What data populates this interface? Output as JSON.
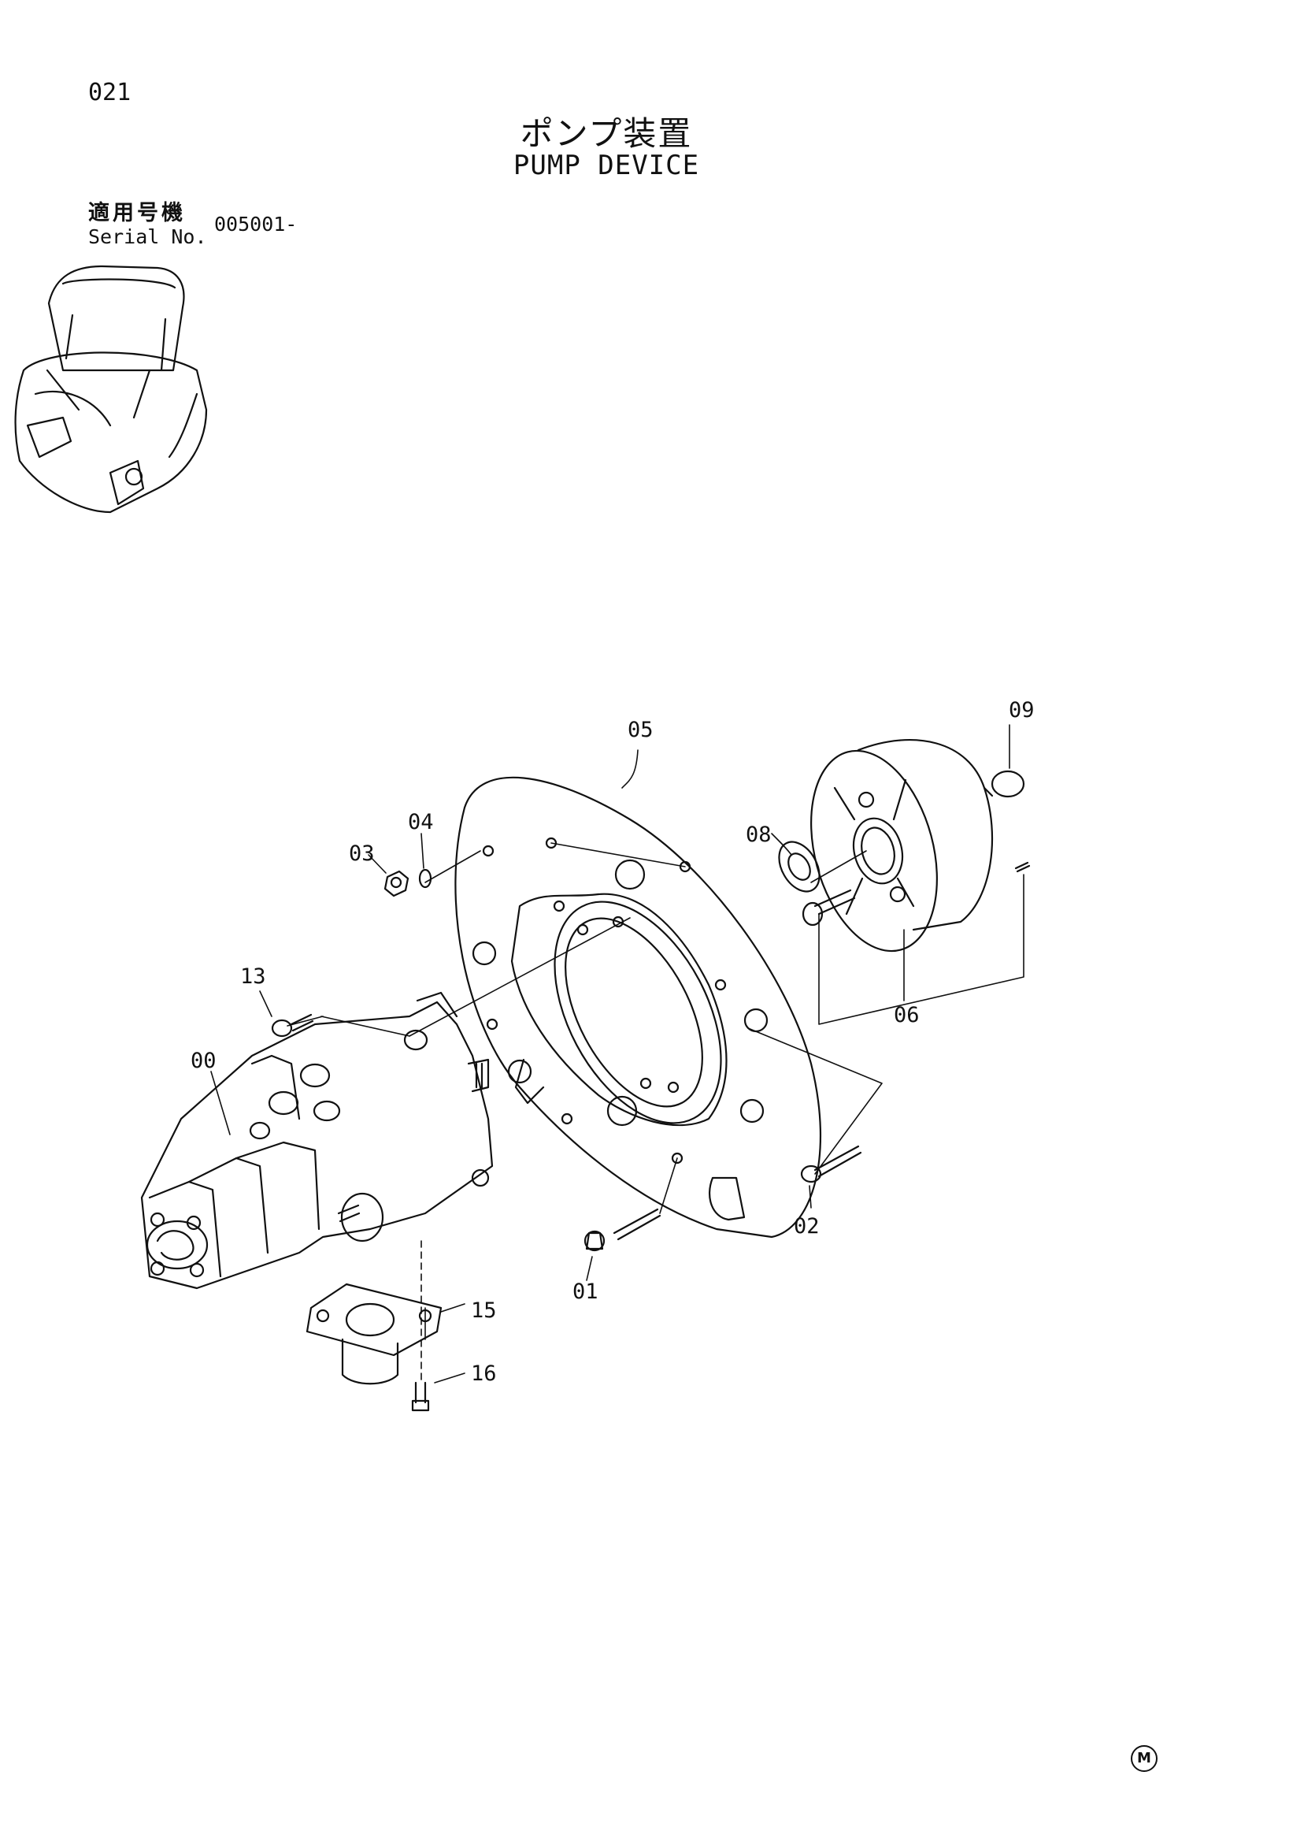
{
  "header": {
    "page_number": "021",
    "title_jp": "ポンプ装置",
    "title_en": "PUMP DEVICE"
  },
  "serial": {
    "label_jp": "適用号機",
    "label_en": "Serial No.",
    "value": "005001-"
  },
  "parts": {
    "p00": "00",
    "p01": "01",
    "p02": "02",
    "p03": "03",
    "p04": "04",
    "p05": "05",
    "p06": "06",
    "p08": "08",
    "p09": "09",
    "p13": "13",
    "p15": "15",
    "p16": "16"
  },
  "footer": {
    "mark": "M"
  }
}
